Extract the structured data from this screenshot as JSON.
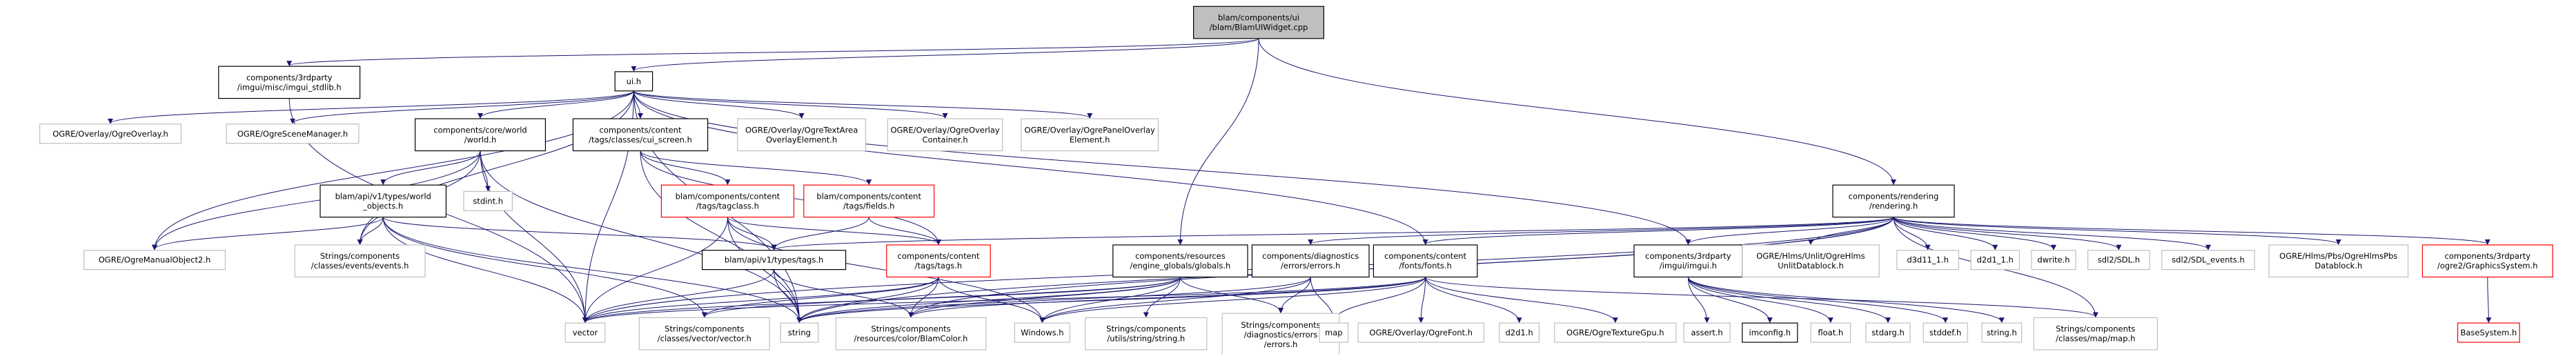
{
  "diagram": {
    "title": "blam/components/ui/blam/BlamUIWidget.cpp",
    "colors": {
      "edge": "#191970",
      "border_black": "#000000",
      "border_gray": "#bfbfbf",
      "border_red": "#ff0000",
      "text": "#000000",
      "text_gray": "#555555",
      "root_fill": "#bfbfbf"
    },
    "nodes": [
      {
        "id": "root",
        "lines": [
          "blam/components/ui",
          "/blam/BlamUIWidget.cpp"
        ],
        "style": "root"
      },
      {
        "id": "imgui_stdlib",
        "lines": [
          "components/3rdparty",
          "/imgui/misc/imgui_stdlib.h"
        ],
        "style": "black"
      },
      {
        "id": "ui_h",
        "lines": [
          "ui.h"
        ],
        "style": "black"
      },
      {
        "id": "rendering_h",
        "lines": [
          "components/rendering",
          "/rendering.h"
        ],
        "style": "black"
      },
      {
        "id": "ogre_overlay",
        "lines": [
          "OGRE/Overlay/OgreOverlay.h"
        ],
        "style": "gray"
      },
      {
        "id": "ogre_scenemgr",
        "lines": [
          "OGRE/OgreSceneManager.h"
        ],
        "style": "gray"
      },
      {
        "id": "world_h",
        "lines": [
          "components/core/world",
          "/world.h"
        ],
        "style": "black"
      },
      {
        "id": "cui_screen",
        "lines": [
          "components/content",
          "/tags/classes/cui_screen.h"
        ],
        "style": "black"
      },
      {
        "id": "ogre_textarea",
        "lines": [
          "OGRE/Overlay/OgreTextArea",
          "OverlayElement.h"
        ],
        "style": "gray"
      },
      {
        "id": "ogre_container",
        "lines": [
          "OGRE/Overlay/OgreOverlay",
          "Container.h"
        ],
        "style": "gray"
      },
      {
        "id": "ogre_panel",
        "lines": [
          "OGRE/Overlay/OgrePanelOverlay",
          "Element.h"
        ],
        "style": "gray"
      },
      {
        "id": "blam_world_objects",
        "lines": [
          "blam/api/v1/types/world",
          "_objects.h"
        ],
        "style": "black"
      },
      {
        "id": "stdint_h",
        "lines": [
          "stdint.h"
        ],
        "style": "gray"
      },
      {
        "id": "tagclass_h",
        "lines": [
          "blam/components/content",
          "/tags/tagclass.h"
        ],
        "style": "red"
      },
      {
        "id": "fields_h",
        "lines": [
          "blam/components/content",
          "/tags/fields.h"
        ],
        "style": "red"
      },
      {
        "id": "ogre_manual",
        "lines": [
          "OGRE/OgreManualObject2.h"
        ],
        "style": "gray"
      },
      {
        "id": "events_h",
        "lines": [
          "Strings/components",
          "/classes/events/events.h"
        ],
        "style": "gray"
      },
      {
        "id": "blam_tags_h",
        "lines": [
          "blam/api/v1/types/tags.h"
        ],
        "style": "black"
      },
      {
        "id": "content_tags_h",
        "lines": [
          "components/content",
          "/tags/tags.h"
        ],
        "style": "red"
      },
      {
        "id": "engine_globals",
        "lines": [
          "components/resources",
          "/engine_globals/globals.h"
        ],
        "style": "black"
      },
      {
        "id": "diag_errors",
        "lines": [
          "components/diagnostics",
          "/errors/errors.h"
        ],
        "style": "black"
      },
      {
        "id": "fonts_h",
        "lines": [
          "components/content",
          "/fonts/fonts.h"
        ],
        "style": "black"
      },
      {
        "id": "imgui_h",
        "lines": [
          "components/3rdparty",
          "/imgui/imgui.h"
        ],
        "style": "black"
      },
      {
        "id": "hlms_unlit",
        "lines": [
          "OGRE/Hlms/Unlit/OgreHlms",
          "UnlitDatablock.h"
        ],
        "style": "gray"
      },
      {
        "id": "d3d11",
        "lines": [
          "d3d11_1.h"
        ],
        "style": "gray"
      },
      {
        "id": "d2d1",
        "lines": [
          "d2d1_1.h"
        ],
        "style": "gray"
      },
      {
        "id": "dwrite",
        "lines": [
          "dwrite.h"
        ],
        "style": "gray"
      },
      {
        "id": "sdl_h",
        "lines": [
          "sdl2/SDL.h"
        ],
        "style": "gray"
      },
      {
        "id": "sdl_events",
        "lines": [
          "sdl2/SDL_events.h"
        ],
        "style": "gray"
      },
      {
        "id": "hlms_pbs",
        "lines": [
          "OGRE/Hlms/Pbs/OgreHlmsPbs",
          "Datablock.h"
        ],
        "style": "gray"
      },
      {
        "id": "ogre2_graphics",
        "lines": [
          "components/3rdparty",
          "/ogre2/GraphicsSystem.h"
        ],
        "style": "red"
      },
      {
        "id": "vector",
        "lines": [
          "vector"
        ],
        "style": "gray"
      },
      {
        "id": "str_vector",
        "lines": [
          "Strings/components",
          "/classes/vector/vector.h"
        ],
        "style": "gray"
      },
      {
        "id": "string",
        "lines": [
          "string"
        ],
        "style": "gray"
      },
      {
        "id": "blamcolor",
        "lines": [
          "Strings/components",
          "/resources/color/BlamColor.h"
        ],
        "style": "gray"
      },
      {
        "id": "windows_h",
        "lines": [
          "Windows.h"
        ],
        "style": "gray"
      },
      {
        "id": "string_utils",
        "lines": [
          "Strings/components",
          "/utils/string/string.h"
        ],
        "style": "gray"
      },
      {
        "id": "diag_errors_str",
        "lines": [
          "Strings/components",
          "/diagnostics/errors",
          "/errors.h"
        ],
        "style": "gray"
      },
      {
        "id": "map",
        "lines": [
          "map"
        ],
        "style": "gray"
      },
      {
        "id": "ogre_font",
        "lines": [
          "OGRE/Overlay/OgreFont.h"
        ],
        "style": "gray"
      },
      {
        "id": "d2d1_h",
        "lines": [
          "d2d1.h"
        ],
        "style": "gray"
      },
      {
        "id": "ogre_texgpu",
        "lines": [
          "OGRE/OgreTextureGpu.h"
        ],
        "style": "gray"
      },
      {
        "id": "assert_h",
        "lines": [
          "assert.h"
        ],
        "style": "gray"
      },
      {
        "id": "imconfig_h",
        "lines": [
          "imconfig.h"
        ],
        "style": "black"
      },
      {
        "id": "float_h",
        "lines": [
          "float.h"
        ],
        "style": "gray"
      },
      {
        "id": "stdarg_h",
        "lines": [
          "stdarg.h"
        ],
        "style": "gray"
      },
      {
        "id": "stddef_h",
        "lines": [
          "stddef.h"
        ],
        "style": "gray"
      },
      {
        "id": "string_h",
        "lines": [
          "string.h"
        ],
        "style": "gray"
      },
      {
        "id": "str_map",
        "lines": [
          "Strings/components",
          "/classes/map/map.h"
        ],
        "style": "gray"
      },
      {
        "id": "basesystem_h",
        "lines": [
          "BaseSystem.h"
        ],
        "style": "red"
      }
    ],
    "edges": [
      [
        "root",
        "imgui_stdlib"
      ],
      [
        "root",
        "ui_h"
      ],
      [
        "root",
        "rendering_h"
      ],
      [
        "root",
        "engine_globals"
      ],
      [
        "imgui_stdlib",
        "vector"
      ],
      [
        "ui_h",
        "ogre_overlay"
      ],
      [
        "ui_h",
        "ogre_scenemgr"
      ],
      [
        "ui_h",
        "world_h"
      ],
      [
        "ui_h",
        "cui_screen"
      ],
      [
        "ui_h",
        "ogre_textarea"
      ],
      [
        "ui_h",
        "ogre_container"
      ],
      [
        "ui_h",
        "ogre_panel"
      ],
      [
        "ui_h",
        "fonts_h"
      ],
      [
        "ui_h",
        "string"
      ],
      [
        "ui_h",
        "vector"
      ],
      [
        "ui_h",
        "imgui_h"
      ],
      [
        "ui_h",
        "ogre_manual"
      ],
      [
        "ui_h",
        "events_h"
      ],
      [
        "world_h",
        "blam_world_objects"
      ],
      [
        "world_h",
        "stdint_h"
      ],
      [
        "world_h",
        "ogre_manual"
      ],
      [
        "world_h",
        "string"
      ],
      [
        "world_h",
        "vector"
      ],
      [
        "world_h",
        "events_h"
      ],
      [
        "cui_screen",
        "tagclass_h"
      ],
      [
        "cui_screen",
        "fields_h"
      ],
      [
        "cui_screen",
        "string"
      ],
      [
        "cui_screen",
        "content_tags_h"
      ],
      [
        "blam_world_objects",
        "blam_tags_h"
      ],
      [
        "blam_world_objects",
        "events_h"
      ],
      [
        "blam_world_objects",
        "str_vector"
      ],
      [
        "blam_world_objects",
        "string"
      ],
      [
        "blam_world_objects",
        "vector"
      ],
      [
        "blam_world_objects",
        "ogre_manual"
      ],
      [
        "tagclass_h",
        "blam_tags_h"
      ],
      [
        "tagclass_h",
        "content_tags_h"
      ],
      [
        "tagclass_h",
        "vector"
      ],
      [
        "tagclass_h",
        "string"
      ],
      [
        "tagclass_h",
        "windows_h"
      ],
      [
        "fields_h",
        "blam_tags_h"
      ],
      [
        "fields_h",
        "content_tags_h"
      ],
      [
        "blam_tags_h",
        "vector"
      ],
      [
        "blam_tags_h",
        "string"
      ],
      [
        "blam_tags_h",
        "blamcolor"
      ],
      [
        "content_tags_h",
        "blamcolor"
      ],
      [
        "content_tags_h",
        "string"
      ],
      [
        "content_tags_h",
        "vector"
      ],
      [
        "content_tags_h",
        "windows_h"
      ],
      [
        "content_tags_h",
        "str_vector"
      ],
      [
        "engine_globals",
        "string"
      ],
      [
        "engine_globals",
        "windows_h"
      ],
      [
        "engine_globals",
        "blamcolor"
      ],
      [
        "engine_globals",
        "string_utils"
      ],
      [
        "engine_globals",
        "diag_errors_str"
      ],
      [
        "engine_globals",
        "str_vector"
      ],
      [
        "engine_globals",
        "vector"
      ],
      [
        "diag_errors",
        "diag_errors_str"
      ],
      [
        "diag_errors",
        "windows_h"
      ],
      [
        "diag_errors",
        "string"
      ],
      [
        "diag_errors",
        "map"
      ],
      [
        "fonts_h",
        "map"
      ],
      [
        "fonts_h",
        "ogre_font"
      ],
      [
        "fonts_h",
        "d2d1_h"
      ],
      [
        "fonts_h",
        "ogre_texgpu"
      ],
      [
        "fonts_h",
        "string"
      ],
      [
        "fonts_h",
        "windows_h"
      ],
      [
        "fonts_h",
        "blamcolor"
      ],
      [
        "fonts_h",
        "vector"
      ],
      [
        "fonts_h",
        "str_map"
      ],
      [
        "imgui_h",
        "assert_h"
      ],
      [
        "imgui_h",
        "imconfig_h"
      ],
      [
        "imgui_h",
        "float_h"
      ],
      [
        "imgui_h",
        "stdarg_h"
      ],
      [
        "imgui_h",
        "stddef_h"
      ],
      [
        "imgui_h",
        "string_h"
      ],
      [
        "rendering_h",
        "blam_tags_h"
      ],
      [
        "rendering_h",
        "diag_errors"
      ],
      [
        "rendering_h",
        "fonts_h"
      ],
      [
        "rendering_h",
        "imgui_h"
      ],
      [
        "rendering_h",
        "hlms_unlit"
      ],
      [
        "rendering_h",
        "d3d11"
      ],
      [
        "rendering_h",
        "d2d1"
      ],
      [
        "rendering_h",
        "dwrite"
      ],
      [
        "rendering_h",
        "sdl_h"
      ],
      [
        "rendering_h",
        "sdl_events"
      ],
      [
        "rendering_h",
        "hlms_pbs"
      ],
      [
        "rendering_h",
        "ogre2_graphics"
      ],
      [
        "rendering_h",
        "str_map"
      ],
      [
        "rendering_h",
        "blamcolor"
      ],
      [
        "rendering_h",
        "string"
      ],
      [
        "rendering_h",
        "vector"
      ],
      [
        "ogre2_graphics",
        "basesystem_h"
      ]
    ]
  }
}
